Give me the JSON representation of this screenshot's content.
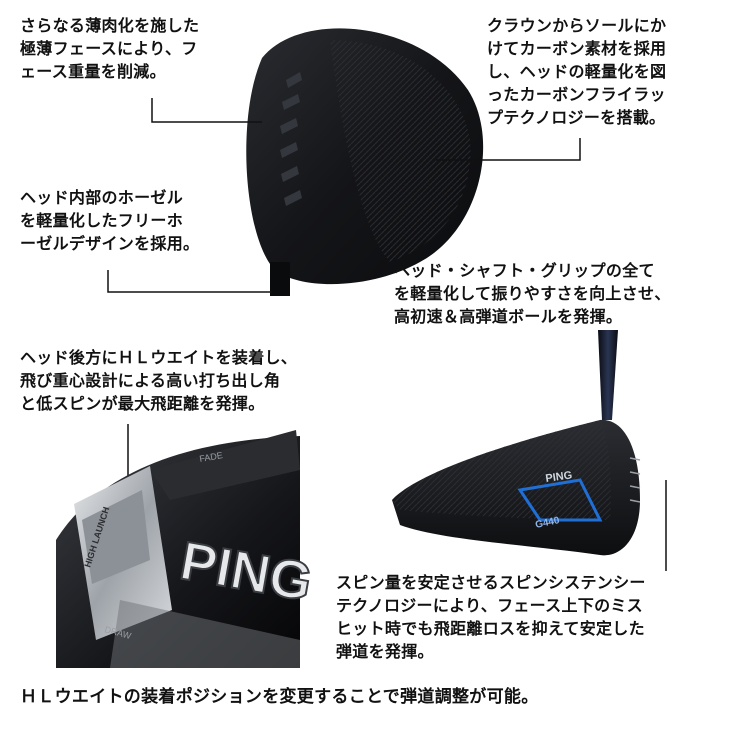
{
  "callouts": {
    "thin_face": "さらなる薄肉化を施した\n極薄フェースにより、フ\nェース重量を削減。",
    "carbon_crown": "クラウンからソールにか\nけてカーボン素材を採用\nし、ヘッドの軽量化を図\nったカーボンフライラッ\nプテクノロジーを搭載。",
    "free_hosel": "ヘッド内部のホーゼル\nを軽量化したフリーホ\nーゼルデザインを採用。",
    "lightweight": "ヘッド・シャフト・グリップの全て\nを軽量化して振りやすさを向上させ、\n高初速＆高弾道ボールを発揮。",
    "hl_weight": "ヘッド後方にＨＬウエイトを装着し、\n飛び重心設計による高い打ち出し角\nと低スピンが最大飛距離を発揮。",
    "spin_system": "スピン量を安定させるスピンシステンシー\nテクノロジーにより、フェース上下のミス\nヒット時でも飛距離ロスを抑えて安定した\n弾道を発揮。",
    "footer": "ＨＬウエイトの装着ポジションを変更することで弾道調整が可能。"
  },
  "product_marks": {
    "brand_logo": "PING",
    "model_badge": "G440",
    "weight_label_high": "HIGH LAUNCH",
    "weight_label_fade": "FADE",
    "weight_label_draw": "DRAW"
  },
  "colors": {
    "text": "#111111",
    "head_black": "#151619",
    "accent_blue": "#1f6fd6",
    "silver": "#b8bcc2"
  }
}
